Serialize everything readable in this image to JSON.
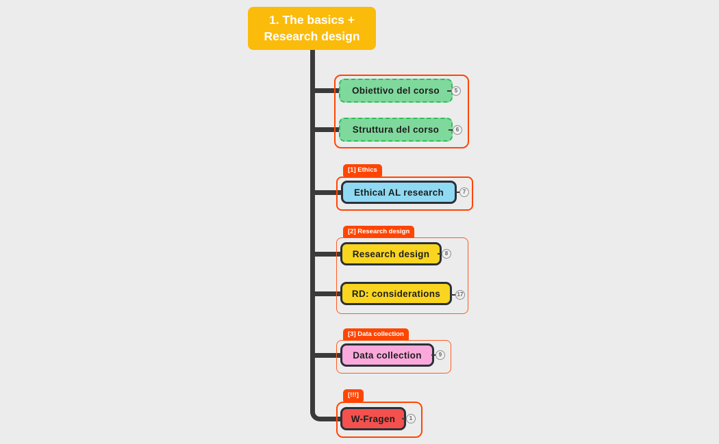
{
  "root": {
    "label": "1. The basics + Research design"
  },
  "groups": [
    {
      "tag": null,
      "nodes": [
        {
          "label": "Obiettivo del corso",
          "badge": "5"
        },
        {
          "label": "Struttura del corso",
          "badge": "6"
        }
      ]
    },
    {
      "tag": "[1] Ethics",
      "nodes": [
        {
          "label": "Ethical AL research",
          "badge": "7"
        }
      ]
    },
    {
      "tag": "[2] Research design",
      "nodes": [
        {
          "label": "Research design",
          "badge": "8"
        },
        {
          "label": "RD: considerations",
          "badge": "17"
        }
      ]
    },
    {
      "tag": "[3] Data collection",
      "nodes": [
        {
          "label": "Data collection",
          "badge": "9"
        }
      ]
    },
    {
      "tag": "[!!!]",
      "nodes": [
        {
          "label": "W-Fragen",
          "badge": "1"
        }
      ]
    }
  ],
  "colors": {
    "background": "#ECECEC",
    "root_fill": "#FBBB0B",
    "connector": "#3A3A3A",
    "boundary_accent": "#FF4502",
    "node_green_fill": "#7FD99C",
    "node_green_border": "#2EBE57",
    "node_blue_fill": "#8FD9F2",
    "node_yellow_fill": "#F9D520",
    "node_pink_fill": "#FBA9DC",
    "node_red_fill": "#F4514E",
    "node_dark_border": "#2B3038"
  }
}
